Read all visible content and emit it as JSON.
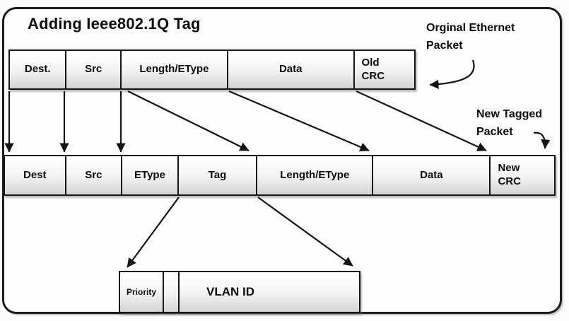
{
  "diagram": {
    "title": "Adding Ieee802.1Q Tag",
    "original_packet": {
      "annotation": "Orginal Ethernet\nPacket",
      "fields": [
        "Dest.",
        "Src",
        "Length/EType",
        "Data",
        "Old\nCRC"
      ]
    },
    "tagged_packet": {
      "annotation": "New Tagged\nPacket",
      "fields": [
        "Dest",
        "Src",
        "EType",
        "Tag",
        "Length/EType",
        "Data",
        "New\nCRC"
      ]
    },
    "tag_detail": {
      "fields": [
        "Priority",
        "",
        "VLAN ID"
      ]
    },
    "colors": {
      "line": "#141414",
      "cell_gradient_top": "#ffffff",
      "cell_gradient_bottom": "#d3d3d3"
    }
  }
}
